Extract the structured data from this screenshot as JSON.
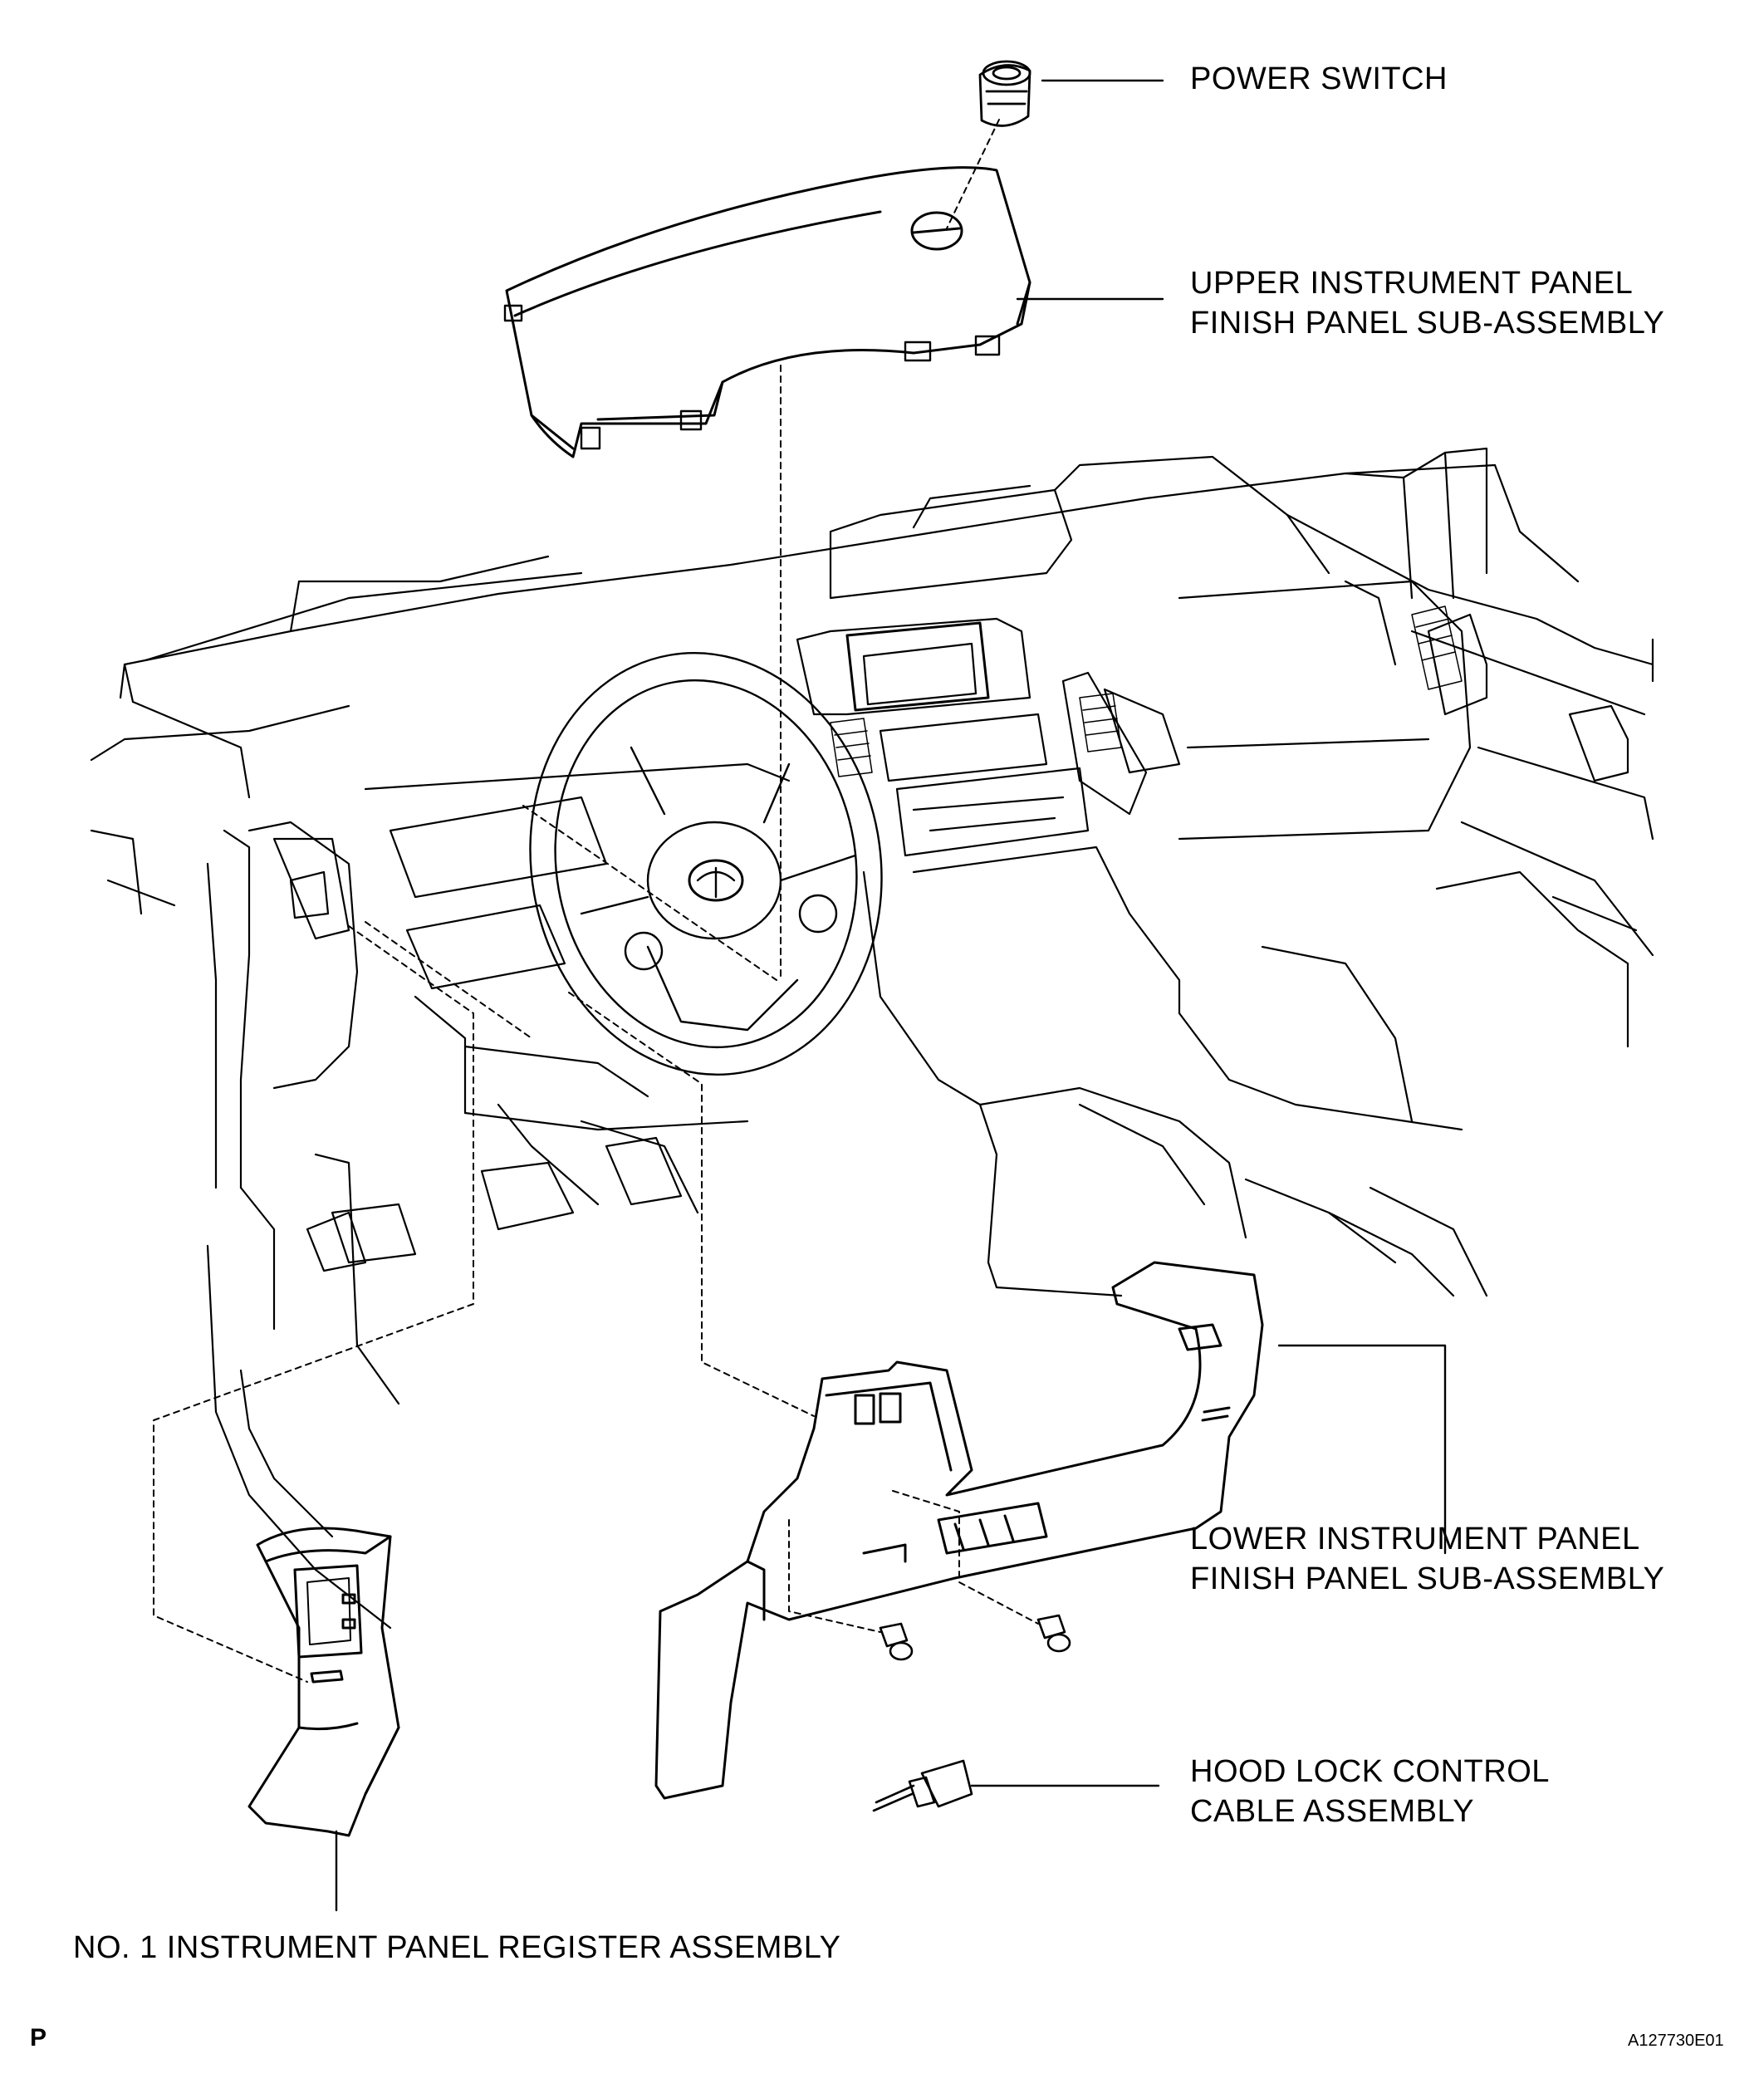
{
  "callouts": {
    "power_switch": "POWER SWITCH",
    "upper_panel_line1": "UPPER INSTRUMENT PANEL",
    "upper_panel_line2": "FINISH PANEL SUB-ASSEMBLY",
    "lower_panel_line1": "LOWER INSTRUMENT PANEL",
    "lower_panel_line2": "FINISH PANEL SUB-ASSEMBLY",
    "hood_lock_line1": "HOOD LOCK CONTROL",
    "hood_lock_line2": "CABLE ASSEMBLY",
    "register": "NO. 1 INSTRUMENT PANEL REGISTER ASSEMBLY"
  },
  "footer": {
    "corner_mark": "P",
    "figure_code": "A127730E01"
  }
}
